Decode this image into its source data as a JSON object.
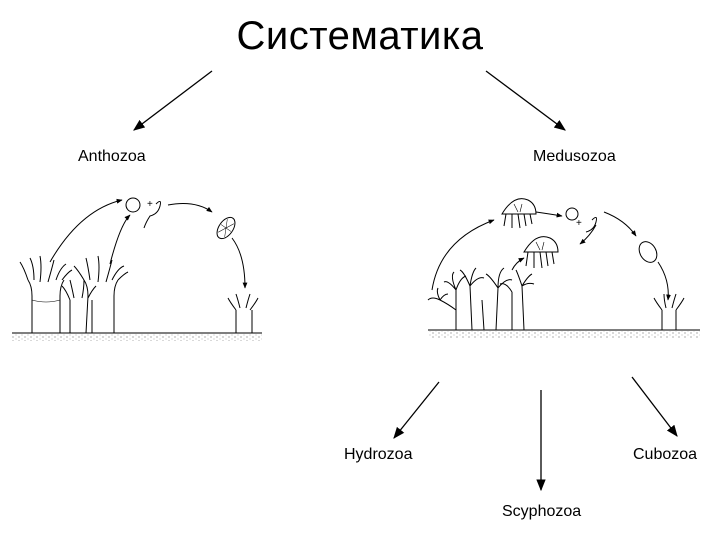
{
  "title": "Систематика",
  "taxa": {
    "anthozoa": "Anthozoa",
    "medusozoa": "Medusozoa",
    "hydrozoa": "Hydrozoa",
    "scyphozoa": "Scyphozoa",
    "cubozoa": "Cubozoa"
  },
  "gamete_plus_symbol": "+",
  "colors": {
    "ink": "#000000",
    "ground": "#555555",
    "background": "#ffffff"
  }
}
